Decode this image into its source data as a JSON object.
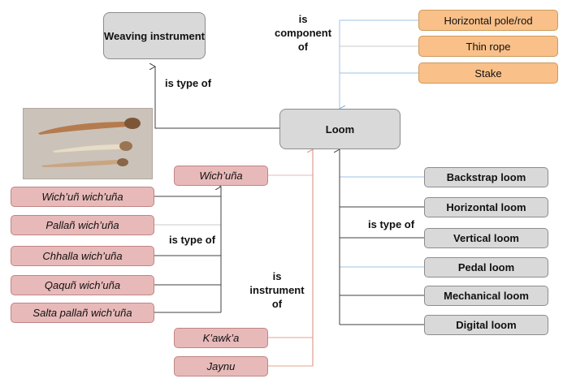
{
  "nodes": {
    "weaving_instrument": "Weaving instrument",
    "loom": "Loom",
    "horizontal_pole": "Horizontal pole/rod",
    "thin_rope": "Thin rope",
    "stake": "Stake",
    "wichuna": "Wich’uña",
    "wichun_wichuna": "Wich’uñ wich’uña",
    "pallan_wichuna": "Pallañ wich’uña",
    "chhalla_wichuna": "Chhalla wich’uña",
    "qaqun_wichuna": "Qaquñ wich’uña",
    "salta_pallan_wichuna": "Salta pallañ wich’uña",
    "kawka": "K’awk’a",
    "jaynu": "Jaynu",
    "backstrap_loom": "Backstrap loom",
    "horizontal_loom": "Horizontal loom",
    "vertical_loom": "Vertical loom",
    "pedal_loom": "Pedal loom",
    "mechanical_loom": "Mechanical loom",
    "digital_loom": "Digital loom"
  },
  "labels": {
    "is_type_of_top": "is type of",
    "is_component_of": [
      "is",
      "component",
      "of"
    ],
    "is_type_of_middle": "is type of",
    "is_instrument_of": [
      "is",
      "instrument",
      "of"
    ],
    "is_type_of_right": "is type of"
  },
  "colors": {
    "gray_box": "#d9d9d9",
    "orange_box": "#f9c089",
    "pink_box": "#e8b9b9",
    "blue_line": "#9dc3e6",
    "red_line": "#e8a08c",
    "dark_line": "#404040"
  }
}
